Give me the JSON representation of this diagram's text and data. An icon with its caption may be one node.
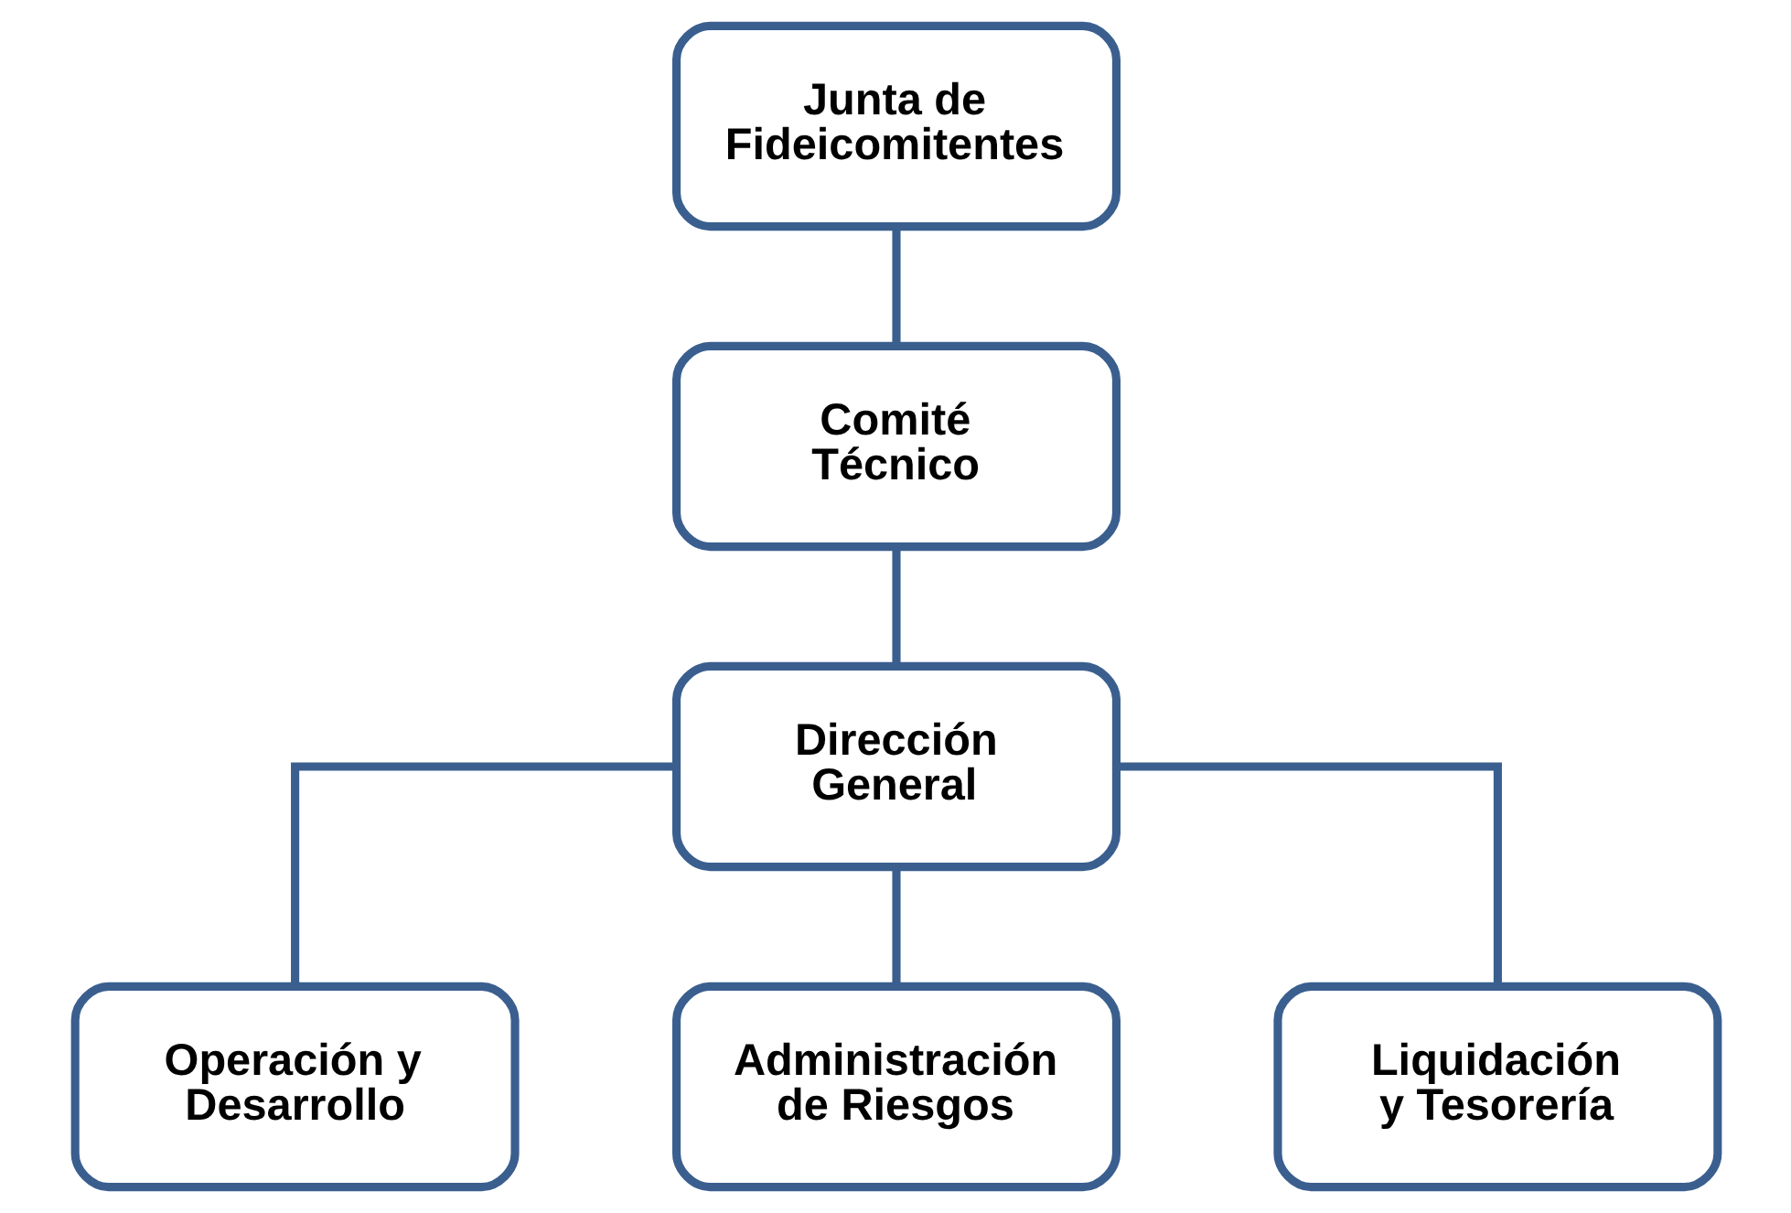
{
  "diagram": {
    "nodes": [
      {
        "text": [
          "Junta de Fideicomitentes"
        ]
      },
      {
        "text": [
          "Comité Técnico"
        ]
      },
      {
        "text": [
          "Dirección General"
        ]
      },
      {
        "text": [
          "Operación y Desarrollo"
        ]
      },
      {
        "text": [
          "Administración de Riesgos"
        ]
      },
      {
        "text": [
          "Liquidación y Tesorería"
        ]
      }
    ],
    "edges": [
      {
        "from": 0,
        "to": 1,
        "arrow": "none"
      },
      {
        "from": 1,
        "to": 2,
        "arrow": "none"
      },
      {
        "from": 2,
        "to": 3,
        "arrow": "none"
      },
      {
        "from": 2,
        "to": 4,
        "arrow": "none"
      },
      {
        "from": 2,
        "to": 5,
        "arrow": "none"
      }
    ]
  }
}
